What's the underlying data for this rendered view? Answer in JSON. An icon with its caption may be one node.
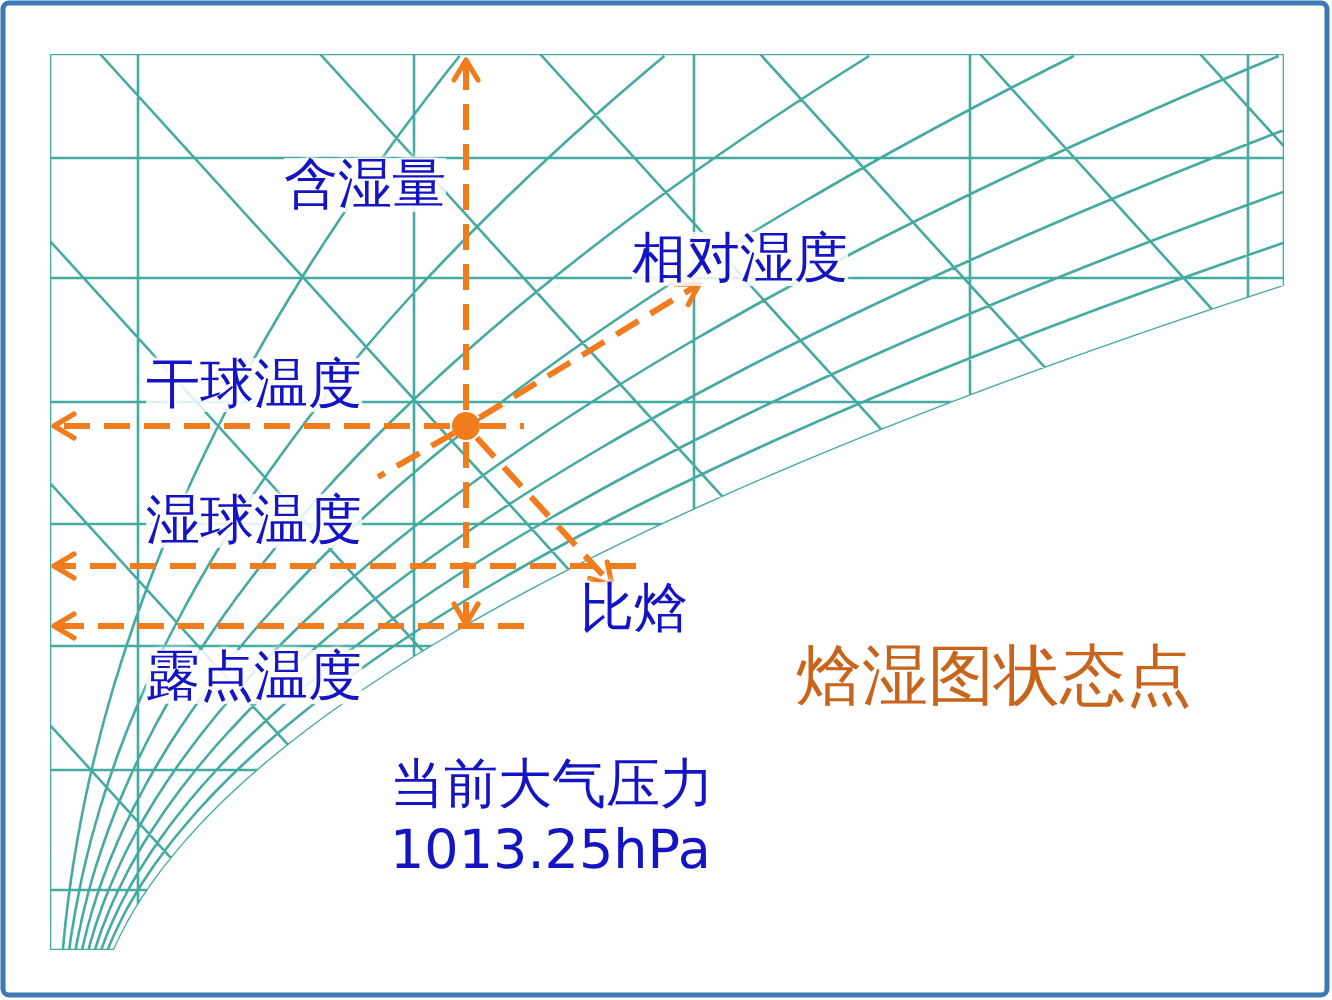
{
  "diagram": {
    "title": "焓湿图状态点",
    "nodes": [
      {
        "text": [
          "含湿量"
        ]
      },
      {
        "text": [
          "相对湿度"
        ]
      },
      {
        "text": [
          "干球温度"
        ]
      },
      {
        "text": [],
        "shape": "circle"
      },
      {
        "text": [
          "湿球温度"
        ]
      },
      {
        "text": [
          "比焓"
        ]
      },
      {
        "text": [
          "露点温度"
        ]
      }
    ],
    "edges": [
      {
        "from": 3,
        "to": null,
        "arrow": "to",
        "style": "dashed"
      },
      {
        "from": 3,
        "to": 1,
        "arrow": "to",
        "style": "dashed"
      },
      {
        "from": 3,
        "to": null,
        "arrow": "to",
        "style": "dashed"
      },
      {
        "from": 3,
        "to": 5,
        "arrow": "to",
        "style": "dashed"
      },
      {
        "from": 3,
        "to": null,
        "arrow": "to",
        "style": "dashed"
      }
    ],
    "labels": [
      "当前大气压力 1013.25hPa"
    ]
  }
}
